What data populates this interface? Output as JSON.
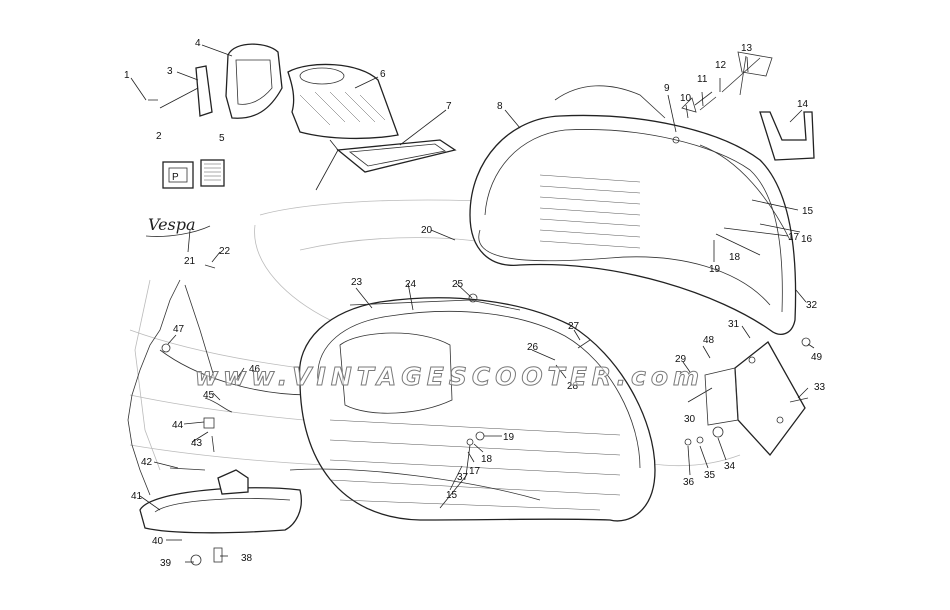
{
  "watermark": "www.VINTAGESCOOTER.com",
  "badge_script": "Vespa",
  "callouts": [
    {
      "id": "part-1",
      "label": "1"
    },
    {
      "id": "part-2",
      "label": "2"
    },
    {
      "id": "part-3",
      "label": "3"
    },
    {
      "id": "part-4",
      "label": "4"
    },
    {
      "id": "part-5",
      "label": "5"
    },
    {
      "id": "part-6",
      "label": "6"
    },
    {
      "id": "part-7",
      "label": "7"
    },
    {
      "id": "part-8",
      "label": "8"
    },
    {
      "id": "part-9",
      "label": "9"
    },
    {
      "id": "part-10",
      "label": "10"
    },
    {
      "id": "part-11",
      "label": "11"
    },
    {
      "id": "part-12",
      "label": "12"
    },
    {
      "id": "part-13",
      "label": "13"
    },
    {
      "id": "part-14",
      "label": "14"
    },
    {
      "id": "part-15a",
      "label": "15"
    },
    {
      "id": "part-16",
      "label": "16"
    },
    {
      "id": "part-17a",
      "label": "17"
    },
    {
      "id": "part-18a",
      "label": "18"
    },
    {
      "id": "part-19a",
      "label": "19"
    },
    {
      "id": "part-20",
      "label": "20"
    },
    {
      "id": "part-21",
      "label": "21"
    },
    {
      "id": "part-22",
      "label": "22"
    },
    {
      "id": "part-23",
      "label": "23"
    },
    {
      "id": "part-24",
      "label": "24"
    },
    {
      "id": "part-25",
      "label": "25"
    },
    {
      "id": "part-26",
      "label": "26"
    },
    {
      "id": "part-27",
      "label": "27"
    },
    {
      "id": "part-28",
      "label": "28"
    },
    {
      "id": "part-29",
      "label": "29"
    },
    {
      "id": "part-30",
      "label": "30"
    },
    {
      "id": "part-31",
      "label": "31"
    },
    {
      "id": "part-32",
      "label": "32"
    },
    {
      "id": "part-33",
      "label": "33"
    },
    {
      "id": "part-34",
      "label": "34"
    },
    {
      "id": "part-35",
      "label": "35"
    },
    {
      "id": "part-36",
      "label": "36"
    },
    {
      "id": "part-37",
      "label": "37"
    },
    {
      "id": "part-38",
      "label": "38"
    },
    {
      "id": "part-39",
      "label": "39"
    },
    {
      "id": "part-40",
      "label": "40"
    },
    {
      "id": "part-41",
      "label": "41"
    },
    {
      "id": "part-42",
      "label": "42"
    },
    {
      "id": "part-43",
      "label": "43"
    },
    {
      "id": "part-44",
      "label": "44"
    },
    {
      "id": "part-45",
      "label": "45"
    },
    {
      "id": "part-46",
      "label": "46"
    },
    {
      "id": "part-47",
      "label": "47"
    },
    {
      "id": "part-48",
      "label": "48"
    },
    {
      "id": "part-49",
      "label": "49"
    },
    {
      "id": "part-15b",
      "label": "15"
    },
    {
      "id": "part-17b",
      "label": "17"
    },
    {
      "id": "part-18b",
      "label": "18"
    },
    {
      "id": "part-19b",
      "label": "19"
    }
  ]
}
